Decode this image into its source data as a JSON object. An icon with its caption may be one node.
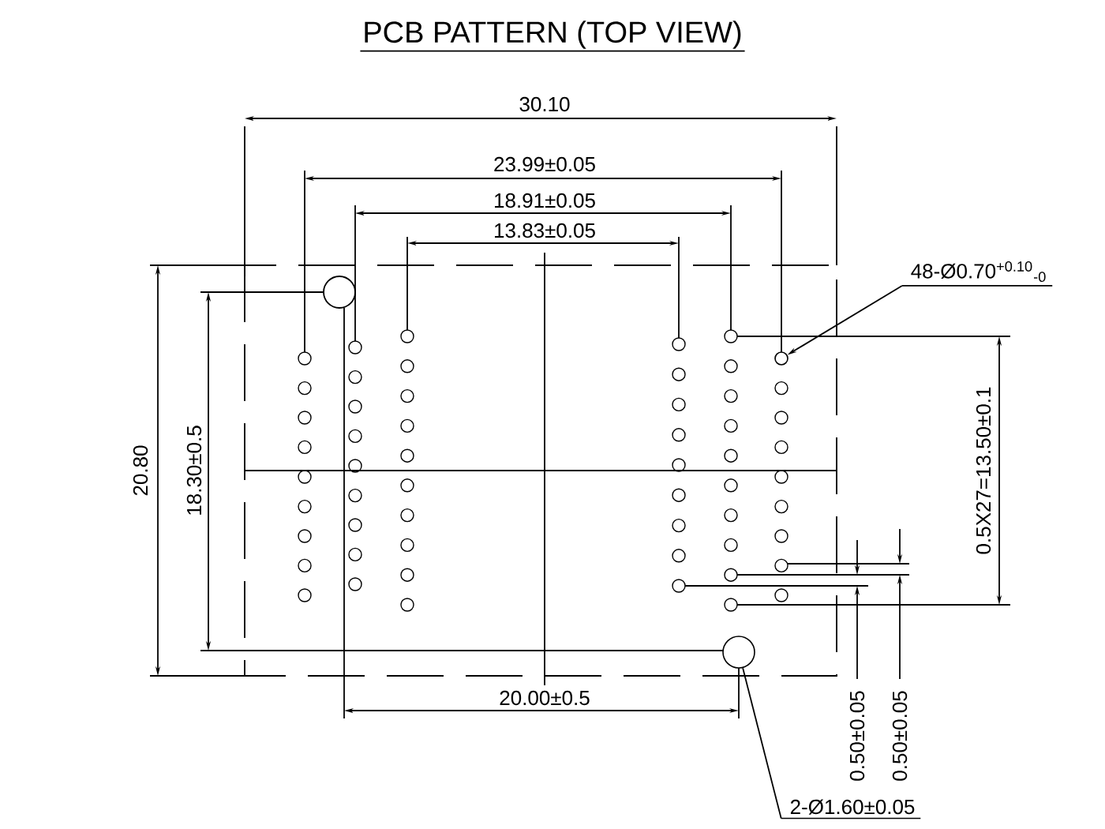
{
  "diagram": {
    "title": "PCB PATTERN  (TOP VIEW)",
    "nodes": [
      {
        "text": [
          "48-Ø0.70$^{+0.10}$$_{-0}$"
        ]
      },
      {
        "text": [],
        "shape": "circle"
      },
      {
        "text": [
          "2-Ø1.60±0.05"
        ]
      },
      {
        "text": [],
        "shape": "circle"
      }
    ],
    "edges": [
      {
        "from": 0,
        "to": 1,
        "arrow": "to"
      },
      {
        "from": 2,
        "to": 3,
        "arrow": "none"
      }
    ],
    "labels": [
      "30.10",
      "23.99±0.05",
      "18.91±0.05",
      "13.83±0.05",
      "20.80",
      "18.30±0.5",
      "0.5X27=13.50±0.1",
      "20.00±0.5",
      "0.50±0.05",
      "0.50±0.05"
    ]
  }
}
